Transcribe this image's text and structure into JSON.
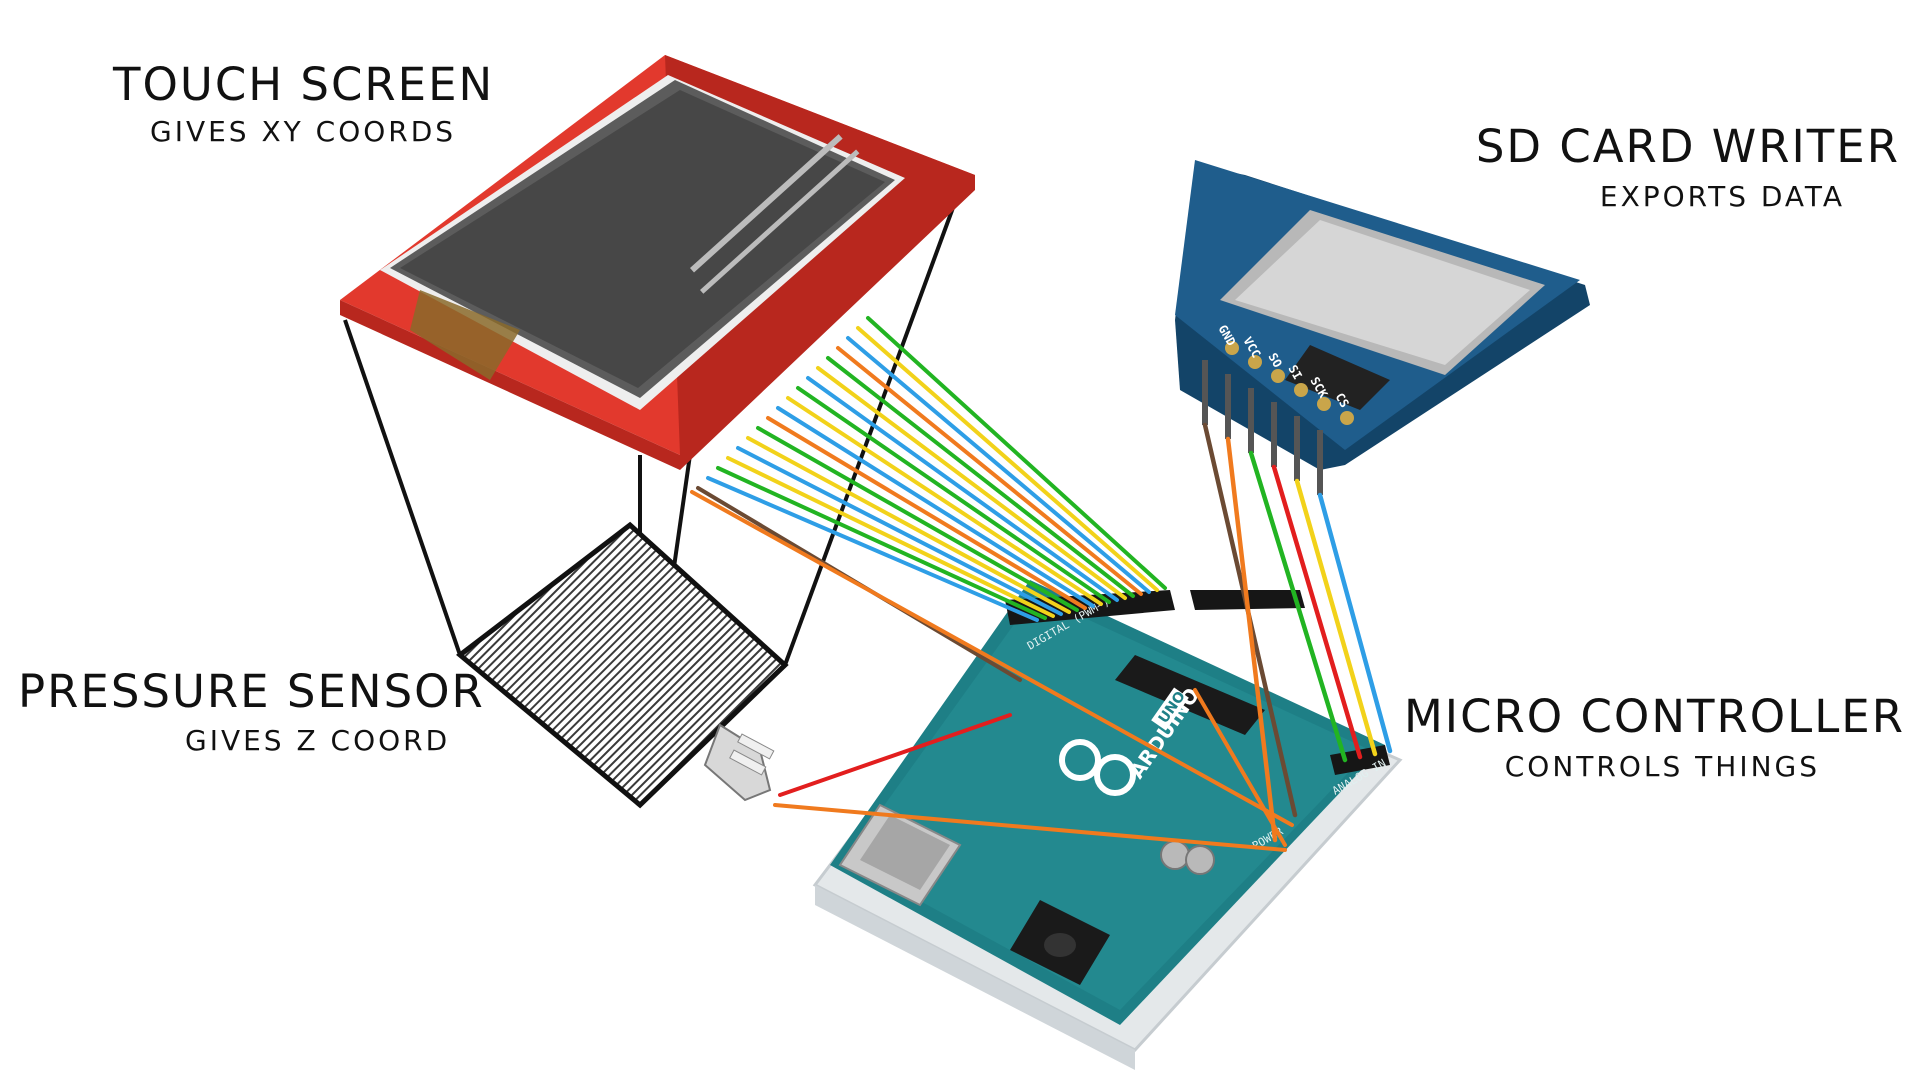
{
  "labels": {
    "touch_screen": {
      "title": "TOUCH SCREEN",
      "subtitle": "GIVES XY COORDS"
    },
    "sd_card": {
      "title": "SD CARD WRITER",
      "subtitle": "EXPORTS DATA"
    },
    "pressure_sensor": {
      "title": "PRESSURE SENSOR",
      "subtitle": "GIVES Z COORD"
    },
    "micro_controller": {
      "title": "MICRO CONTROLLER",
      "subtitle": "CONTROLS THINGS"
    }
  },
  "sd_pins": [
    "GND",
    "VCC",
    "SO",
    "SI",
    "SCK",
    "CS"
  ],
  "board_marks": {
    "brand": "ARDUINO",
    "model": "UNO",
    "digital": "DIGITAL (PWM~)",
    "power": "POWER",
    "analog": "ANALOG IN"
  },
  "colors": {
    "screen_pcb": "#e2392d",
    "sd_pcb": "#1f5d8c",
    "arduino_pcb": "#1e7f86",
    "wire_green": "#22b422",
    "wire_yellow": "#f2d21a",
    "wire_blue": "#2e9ee6",
    "wire_orange": "#f07a1e",
    "wire_red": "#e21e1e",
    "wire_brown": "#6b4a33",
    "frame": "#111111"
  }
}
